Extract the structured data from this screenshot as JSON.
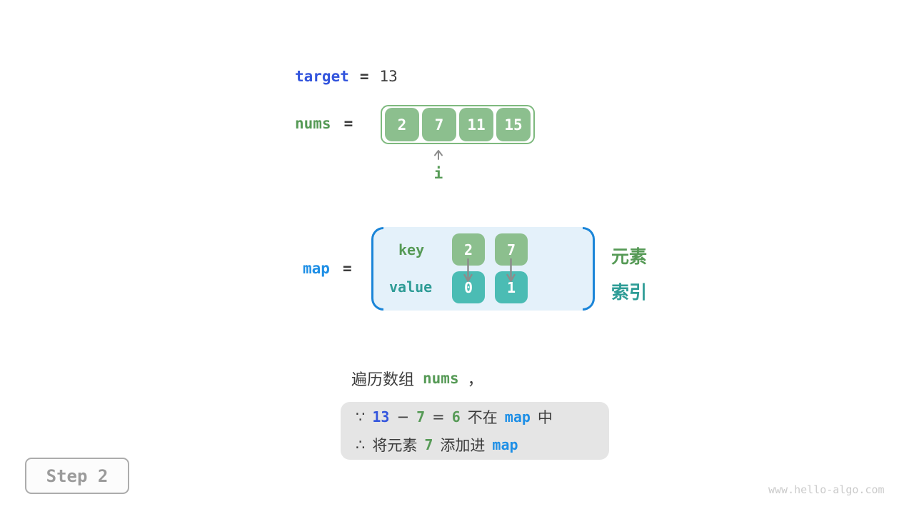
{
  "colors": {
    "royal_blue": "#3355DD",
    "azure_blue": "#1E8FE6",
    "label_green": "#569A56",
    "label_teal": "#2E9C96",
    "cell_green": "#8CBF8E",
    "cell_teal": "#4BBCB4",
    "map_fill": "#E4F1FA",
    "bracket_blue": "#1B85D8",
    "dark_text": "#3C3C3C",
    "arrow_gray": "#8C8C8C",
    "reason_box_bg": "#E5E5E5"
  },
  "target_row": {
    "label": "target",
    "equals": "=",
    "value": "13"
  },
  "nums_row": {
    "label": "nums",
    "equals": "=",
    "cells": [
      "2",
      "7",
      "11",
      "15"
    ],
    "pointer_label": "i"
  },
  "map_row": {
    "label": "map",
    "equals": "=",
    "key_label": "key",
    "value_label": "value",
    "keys": [
      "2",
      "7"
    ],
    "values": [
      "0",
      "1"
    ],
    "annotation_top": "元素",
    "annotation_bottom": "索引"
  },
  "caption": {
    "text_before": "遍历数组",
    "code": "nums",
    "text_after": "，"
  },
  "reason_box": {
    "because": "∵",
    "minuend": "13",
    "minus": "−",
    "subtrahend": "7",
    "equals": "=",
    "difference": "6",
    "not_in": "不在",
    "map_ref1": "map",
    "in_suffix": "中",
    "therefore": "∴",
    "add_prefix": "将元素",
    "added_value": "7",
    "add_verb": "添加进",
    "map_ref2": "map"
  },
  "step_badge": {
    "label": "Step 2"
  },
  "watermark": {
    "text": "www.hello-algo.com"
  }
}
